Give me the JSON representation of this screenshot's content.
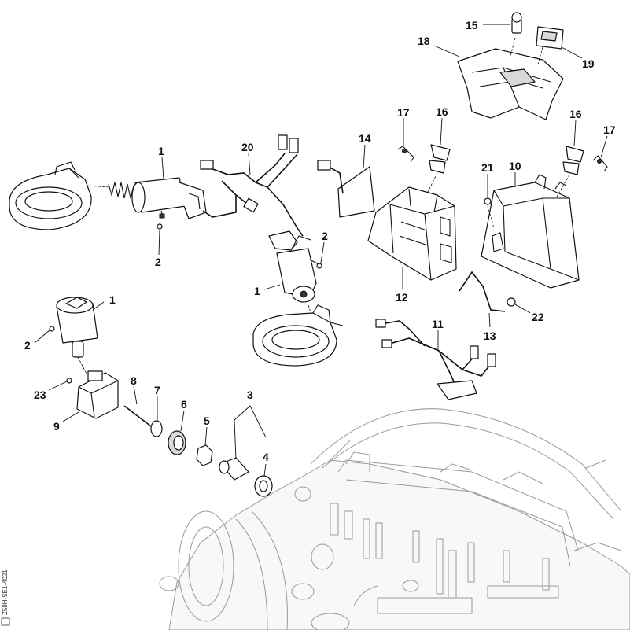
{
  "diagram": {
    "part_numbers": [
      "1",
      "2",
      "3",
      "4",
      "5",
      "6",
      "7",
      "8",
      "9",
      "10",
      "11",
      "12",
      "13",
      "14",
      "15",
      "16",
      "17",
      "18",
      "19",
      "20",
      "21",
      "22",
      "23"
    ],
    "reference_code": "Z58H-SE1-4021"
  }
}
